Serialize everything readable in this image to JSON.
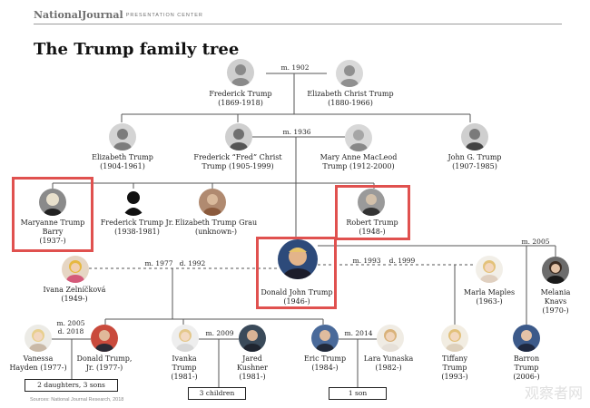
{
  "brand": {
    "name": "NationalJournal",
    "suffix": "PRESENTATION CENTER"
  },
  "title": "The Trump family tree",
  "source": "Sources: National Journal Research, 2018",
  "watermark": "观察者网",
  "persons": {
    "frederick": {
      "line1": "Frederick Trump",
      "line2": "(1869-1918)"
    },
    "elizabeth_christ": {
      "line1": "Elizabeth Christ Trump",
      "line2": "(1880-1966)"
    },
    "elizabeth": {
      "line1": "Elizabeth Trump",
      "line2": "(1904-1961)"
    },
    "fred": {
      "line1": "Frederick “Fred” Christ",
      "line2": "Trump (1905-1999)"
    },
    "mary": {
      "line1": "Mary Anne MacLeod",
      "line2": "Trump (1912-2000)"
    },
    "john": {
      "line1": "John G. Trump",
      "line2": "(1907-1985)"
    },
    "maryanne": {
      "line1": "Maryanne Trump",
      "line2": "Barry",
      "line3": "(1937-)"
    },
    "fred_jr": {
      "line1": "Frederick Trump Jr.",
      "line2": "(1938-1981)"
    },
    "elizabeth_grau": {
      "line1": "Elizabeth Trump Grau",
      "line2": "(unknown-)"
    },
    "robert": {
      "line1": "Robert Trump",
      "line2": "(1948-)"
    },
    "donald": {
      "line1": "Donald John Trump",
      "line2": "(1946-)"
    },
    "ivana": {
      "line1": "Ivana Zelníčková",
      "line2": "(1949-)"
    },
    "marla": {
      "line1": "Marla Maples",
      "line2": "(1963-)"
    },
    "melania": {
      "line1": "Melania",
      "line2": "Knavs",
      "line3": "(1970-)"
    },
    "vanessa": {
      "line1": "Vanessa",
      "line2": "Hayden (1977-)"
    },
    "donald_jr": {
      "line1": "Donald Trump,",
      "line2": "Jr. (1977-)"
    },
    "ivanka": {
      "line1": "Ivanka",
      "line2": "Trump",
      "line3": "(1981-)"
    },
    "jared": {
      "line1": "Jared",
      "line2": "Kushner",
      "line3": "(1981-)"
    },
    "eric": {
      "line1": "Eric Trump",
      "line2": "(1984-)"
    },
    "lara": {
      "line1": "Lara Yunaska",
      "line2": "(1982-)"
    },
    "tiffany": {
      "line1": "Tiffany",
      "line2": "Trump",
      "line3": "(1993-)"
    },
    "barron": {
      "line1": "Barron",
      "line2": "Trump",
      "line3": "(2006-)"
    }
  },
  "marriages": {
    "m1902": "m. 1902",
    "m1936": "m. 1936",
    "m1977": "m. 1977",
    "d1992": "d. 1992",
    "m1993": "m. 1993",
    "d1999": "d. 1999",
    "m2005": "m. 2005",
    "m2005b": "m. 2005",
    "d2018": "d. 2018",
    "m2009": "m. 2009",
    "m2014": "m. 2014"
  },
  "children_boxes": {
    "donald_jr": "2 daughters, 3 sons",
    "ivanka": "3 children",
    "eric": "1 son"
  },
  "colors": {
    "highlight": "#e0514f",
    "line": "#555555"
  }
}
